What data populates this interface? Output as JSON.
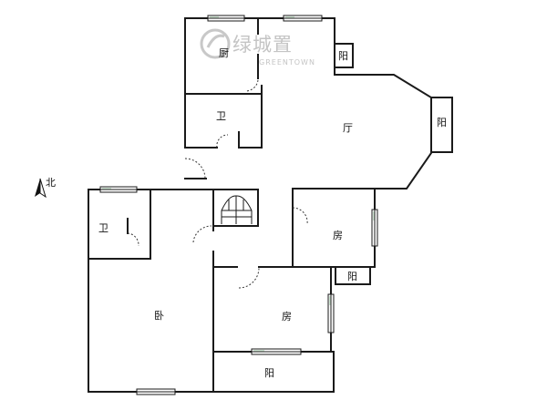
{
  "watermark": {
    "brand_cn": "绿城置",
    "brand_en": "GREENTOWN"
  },
  "compass": {
    "label": "北"
  },
  "rooms": {
    "kitchen": "厨",
    "bath_top": "卫",
    "living": "厅",
    "balcony_top": "阳",
    "balcony_east": "阳",
    "bath_left": "卫",
    "bedroom_east": "房",
    "balcony_small": "阳",
    "master_bedroom": "卧",
    "bedroom_south": "房",
    "balcony_south": "阳"
  },
  "colors": {
    "wall": "#1a1a1a",
    "window_accent": "#cfe6d3",
    "watermark": "#c4c4c4"
  }
}
